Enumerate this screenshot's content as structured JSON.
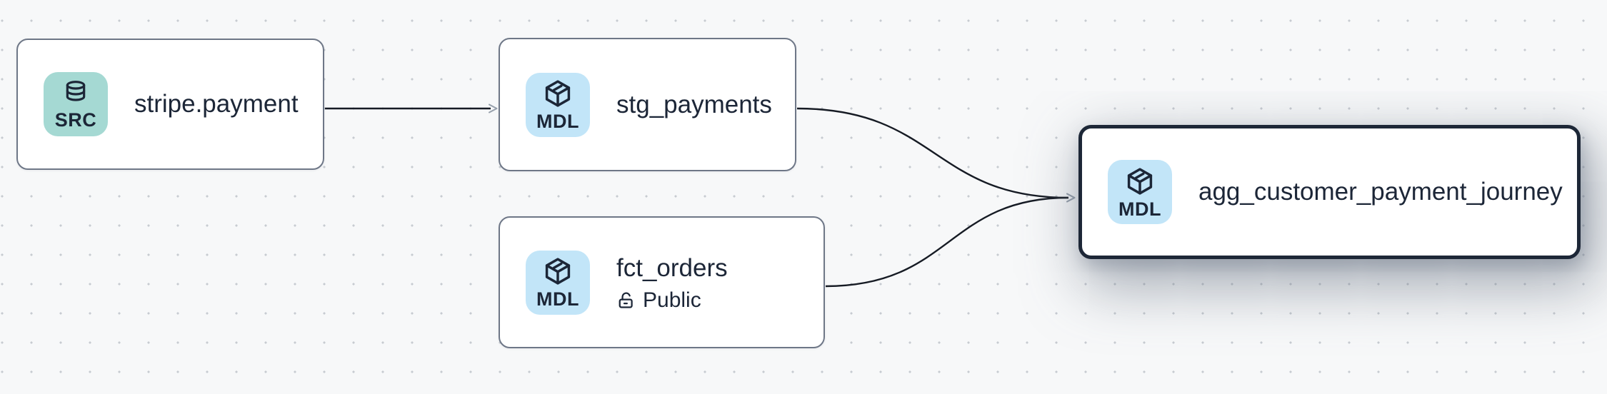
{
  "canvas": {
    "kind": "lineage-graph",
    "background_color": "#f7f8f9",
    "dot_color": "#c7cbd1"
  },
  "nodes": [
    {
      "title": "stripe.payment",
      "badge_label": "SRC",
      "badge_icon": "database-icon",
      "kind": "source",
      "selected": false
    },
    {
      "title": "stg_payments",
      "badge_label": "MDL",
      "badge_icon": "cube-icon",
      "kind": "model",
      "selected": false
    },
    {
      "title": "fct_orders",
      "badge_label": "MDL",
      "badge_icon": "cube-icon",
      "kind": "model",
      "access": "Public",
      "access_icon": "lock-open-icon",
      "selected": false
    },
    {
      "title": "agg_customer_payment_journey",
      "badge_label": "MDL",
      "badge_icon": "cube-icon",
      "kind": "model",
      "selected": true
    }
  ],
  "edges": [
    {
      "from": "stripe.payment",
      "to": "stg_payments"
    },
    {
      "from": "stg_payments",
      "to": "agg_customer_payment_journey"
    },
    {
      "from": "fct_orders",
      "to": "agg_customer_payment_journey"
    }
  ],
  "colors": {
    "node_background": "#ffffff",
    "node_border": "#6e7787",
    "selected_node_border": "#1d2737",
    "text": "#1c2637",
    "edge": "#161b24",
    "arrowhead": "#97a0ac",
    "source_badge_background": "#a5d9d3",
    "model_badge_background": "#c2e5f8"
  }
}
